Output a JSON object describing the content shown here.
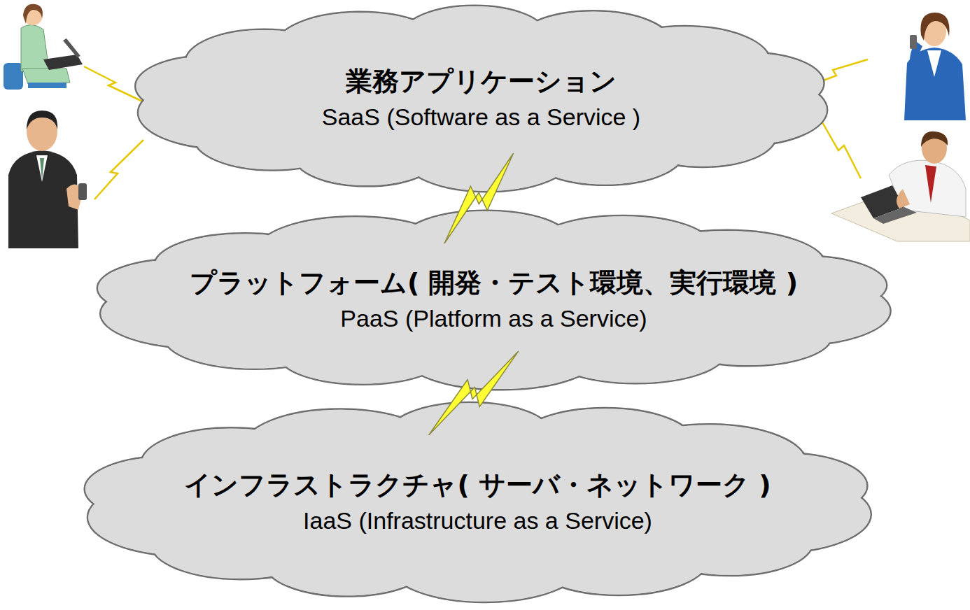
{
  "diagram": {
    "nodes": [
      {
        "text": [
          "業務アプリケーション",
          "SaaS (Software as a Service )"
        ]
      },
      {
        "text": [
          "プラットフォーム( 開発・テスト環境、実行環境 )",
          "PaaS (Platform as a Service)"
        ]
      },
      {
        "text": [
          "インフラストラクチャ( サーバ・ネットワーク )",
          "IaaS (Infrastructure as a Service)"
        ]
      }
    ],
    "edges": [
      {
        "from": 0,
        "to": 1,
        "arrow": "none"
      },
      {
        "from": 1,
        "to": 2,
        "arrow": "none"
      }
    ]
  }
}
